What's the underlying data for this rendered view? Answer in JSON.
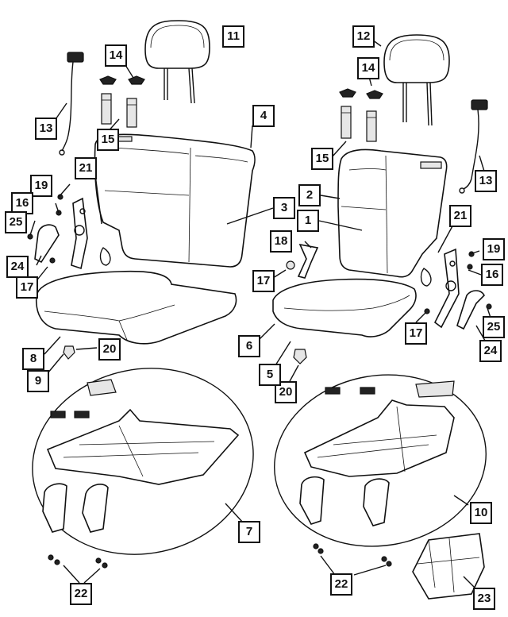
{
  "diagram": {
    "callouts": [
      {
        "id": "c11a",
        "label": "11"
      },
      {
        "id": "c12",
        "label": "12"
      },
      {
        "id": "c14a",
        "label": "14"
      },
      {
        "id": "c14b",
        "label": "14"
      },
      {
        "id": "c13a",
        "label": "13"
      },
      {
        "id": "c13b",
        "label": "13"
      },
      {
        "id": "c15a",
        "label": "15"
      },
      {
        "id": "c15b",
        "label": "15"
      },
      {
        "id": "c4",
        "label": "4"
      },
      {
        "id": "c2",
        "label": "2"
      },
      {
        "id": "c21a",
        "label": "21"
      },
      {
        "id": "c21b",
        "label": "21"
      },
      {
        "id": "c19a",
        "label": "19"
      },
      {
        "id": "c19b",
        "label": "19"
      },
      {
        "id": "c16a",
        "label": "16"
      },
      {
        "id": "c16b",
        "label": "16"
      },
      {
        "id": "c25a",
        "label": "25"
      },
      {
        "id": "c25b",
        "label": "25"
      },
      {
        "id": "c3",
        "label": "3"
      },
      {
        "id": "c1",
        "label": "1"
      },
      {
        "id": "c18",
        "label": "18"
      },
      {
        "id": "c24a",
        "label": "24"
      },
      {
        "id": "c24b",
        "label": "24"
      },
      {
        "id": "c17a",
        "label": "17"
      },
      {
        "id": "c17b",
        "label": "17"
      },
      {
        "id": "c17c",
        "label": "17"
      },
      {
        "id": "c6",
        "label": "6"
      },
      {
        "id": "c8",
        "label": "8"
      },
      {
        "id": "c20a",
        "label": "20"
      },
      {
        "id": "c20b",
        "label": "20"
      },
      {
        "id": "c9",
        "label": "9"
      },
      {
        "id": "c5",
        "label": "5"
      },
      {
        "id": "c7",
        "label": "7"
      },
      {
        "id": "c10",
        "label": "10"
      },
      {
        "id": "c22a",
        "label": "22"
      },
      {
        "id": "c22b",
        "label": "22"
      },
      {
        "id": "c23",
        "label": "23"
      }
    ]
  }
}
